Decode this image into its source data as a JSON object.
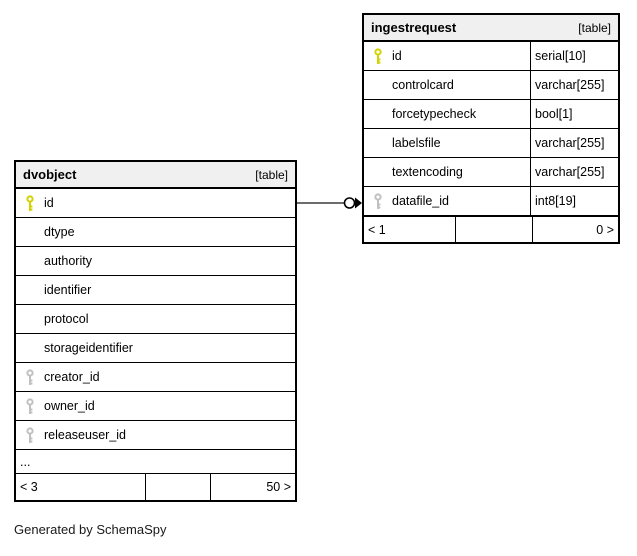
{
  "diagram": {
    "caption": "Generated by SchemaSpy"
  },
  "ingestrequest": {
    "title": "ingestrequest",
    "tag": "[table]",
    "columns": [
      {
        "name": "id",
        "type": "serial[10]",
        "key": "primary"
      },
      {
        "name": "controlcard",
        "type": "varchar[255]",
        "key": "none"
      },
      {
        "name": "forcetypecheck",
        "type": "bool[1]",
        "key": "none"
      },
      {
        "name": "labelsfile",
        "type": "varchar[255]",
        "key": "none"
      },
      {
        "name": "textencoding",
        "type": "varchar[255]",
        "key": "none"
      },
      {
        "name": "datafile_id",
        "type": "int8[19]",
        "key": "foreign"
      }
    ],
    "footer": {
      "left": "< 1",
      "right": "0 >"
    }
  },
  "dvobject": {
    "title": "dvobject",
    "tag": "[table]",
    "columns": [
      {
        "name": "id",
        "key": "primary"
      },
      {
        "name": "dtype",
        "key": "none"
      },
      {
        "name": "authority",
        "key": "none"
      },
      {
        "name": "identifier",
        "key": "none"
      },
      {
        "name": "protocol",
        "key": "none"
      },
      {
        "name": "storageidentifier",
        "key": "none"
      },
      {
        "name": "creator_id",
        "key": "foreign"
      },
      {
        "name": "owner_id",
        "key": "foreign"
      },
      {
        "name": "releaseuser_id",
        "key": "foreign"
      }
    ],
    "ellipsis": "...",
    "footer": {
      "left": "< 3",
      "right": "50 >"
    }
  },
  "relationship": {
    "from": "dvobject.id",
    "to": "ingestrequest.datafile_id",
    "line_color": "#3c3c3c",
    "marker_color": "#000000"
  },
  "colors": {
    "primary_key": "#d2d200",
    "foreign_key": "#c0c0c0",
    "header_bg": "#f0f0f0",
    "border": "#000000"
  }
}
